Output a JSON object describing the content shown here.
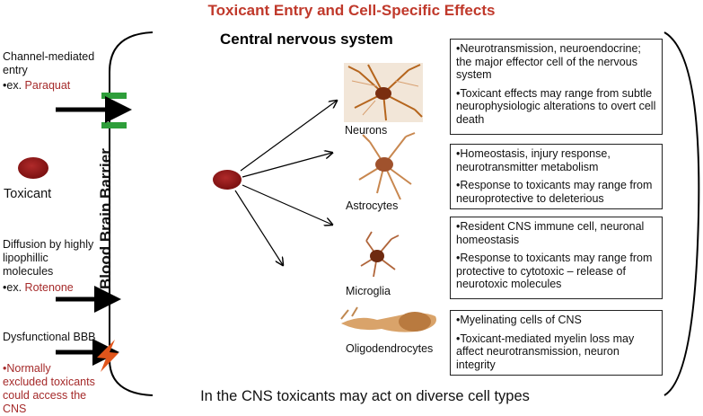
{
  "title": "Toxicant Entry and Cell-Specific Effects",
  "cns_title": "Central nervous system",
  "bbb_label": "Blood Brain Barrier",
  "toxicant_label": "Toxicant",
  "entry_routes": {
    "channel": {
      "label": "Channel-mediated entry",
      "example_prefix": "•ex.",
      "example": "Paraquat"
    },
    "diffusion": {
      "label": "Diffusion by highly lipophillic molecules",
      "example_prefix": "•ex.",
      "example": "Rotenone"
    },
    "dysfunctional": {
      "label": "Dysfunctional BBB",
      "note": "•Normally excluded toxicants could access the CNS"
    }
  },
  "cells": [
    {
      "name": "Neurons",
      "points": [
        "•Neurotransmission, neuroendocrine; the major effector cell of the nervous system",
        "•Toxicant effects may range from subtle neurophysiologic alterations to overt cell death"
      ]
    },
    {
      "name": "Astrocytes",
      "points": [
        "•Homeostasis, injury response, neurotransmitter metabolism",
        "•Response to toxicants may range from neuroprotective to deleterious"
      ]
    },
    {
      "name": "Microglia",
      "points": [
        "•Resident CNS immune cell, neuronal homeostasis",
        "•Response to toxicants may range from protective to cytotoxic – release of neurotoxic molecules"
      ]
    },
    {
      "name": "Oligodendrocytes",
      "points": [
        "•Myelinating cells of CNS",
        "•Toxicant-mediated myelin loss may affect neurotransmission, neuron integrity"
      ]
    }
  ],
  "bottom_caption": "In the CNS toxicants may act on diverse cell types",
  "colors": {
    "title": "#c0392b",
    "example": "#a52a2a",
    "toxicant": "#8b1a1a",
    "channel": "#2e9e3a",
    "lightning": "#e0551b"
  }
}
